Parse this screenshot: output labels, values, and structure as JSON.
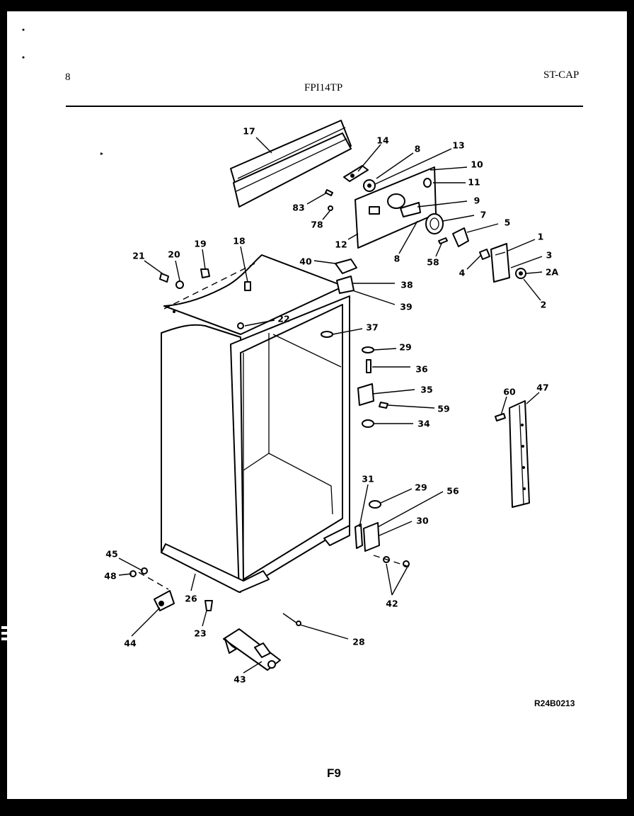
{
  "header": {
    "page_number": "8",
    "model": "FPI14TP",
    "section": "ST-CAP"
  },
  "footer": {
    "drawing_code": "R24B0213",
    "figure": "F9"
  },
  "callouts": [
    {
      "text": "17"
    },
    {
      "text": "14"
    },
    {
      "text": "8"
    },
    {
      "text": "13"
    },
    {
      "text": "10"
    },
    {
      "text": "11"
    },
    {
      "text": "9"
    },
    {
      "text": "7"
    },
    {
      "text": "5"
    },
    {
      "text": "1"
    },
    {
      "text": "3"
    },
    {
      "text": "2A"
    },
    {
      "text": "2"
    },
    {
      "text": "4"
    },
    {
      "text": "58"
    },
    {
      "text": "8"
    },
    {
      "text": "12"
    },
    {
      "text": "83"
    },
    {
      "text": "78"
    },
    {
      "text": "21"
    },
    {
      "text": "20"
    },
    {
      "text": "19"
    },
    {
      "text": "18"
    },
    {
      "text": "40"
    },
    {
      "text": "38"
    },
    {
      "text": "39"
    },
    {
      "text": "22"
    },
    {
      "text": "37"
    },
    {
      "text": "29"
    },
    {
      "text": "36"
    },
    {
      "text": "35"
    },
    {
      "text": "59"
    },
    {
      "text": "34"
    },
    {
      "text": "60"
    },
    {
      "text": "47"
    },
    {
      "text": "31"
    },
    {
      "text": "29"
    },
    {
      "text": "56"
    },
    {
      "text": "30"
    },
    {
      "text": "42"
    },
    {
      "text": "45"
    },
    {
      "text": "48"
    },
    {
      "text": "26"
    },
    {
      "text": "44"
    },
    {
      "text": "23"
    },
    {
      "text": "28"
    },
    {
      "text": "43"
    }
  ]
}
